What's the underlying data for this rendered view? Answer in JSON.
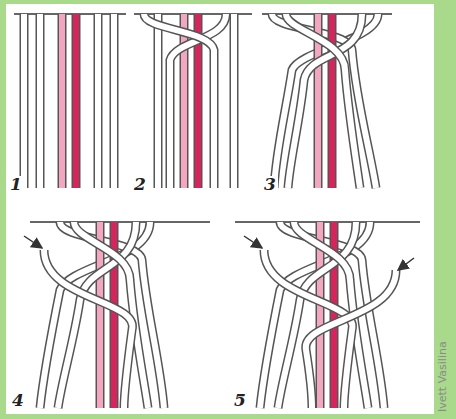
{
  "diagram": {
    "labels": [
      "1",
      "2",
      "3",
      "4",
      "5",
      "Ivett Vasilina"
    ]
  }
}
